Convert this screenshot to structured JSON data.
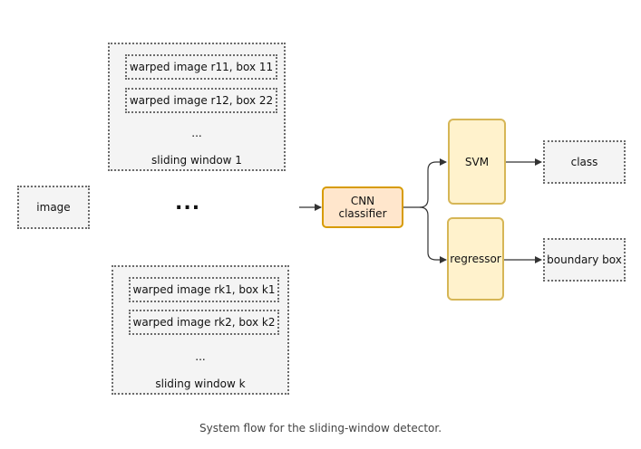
{
  "diagram": {
    "input": "image",
    "ellipsis_between_windows": "...",
    "window1": {
      "items": [
        "warped image r11, box 11",
        "warped image r12, box 22"
      ],
      "ellipsis": "...",
      "label": "sliding window 1"
    },
    "windowk": {
      "items": [
        "warped image rk1, box k1",
        "warped image rk2, box k2"
      ],
      "ellipsis": "...",
      "label": "sliding window k"
    },
    "cnn": {
      "line1": "CNN",
      "line2": "classifier"
    },
    "svm": "SVM",
    "regressor": "regressor",
    "output_class": "class",
    "output_box": "boundary box"
  },
  "caption": "System flow for the sliding-window detector.",
  "colors": {
    "cnn_fill": "#ffe6cc",
    "cnn_stroke": "#d79b00",
    "head_fill": "#fff2cc",
    "head_stroke": "#d6b656",
    "dotted_fill": "#f4f4f4",
    "dotted_stroke": "#6b6b6b"
  }
}
